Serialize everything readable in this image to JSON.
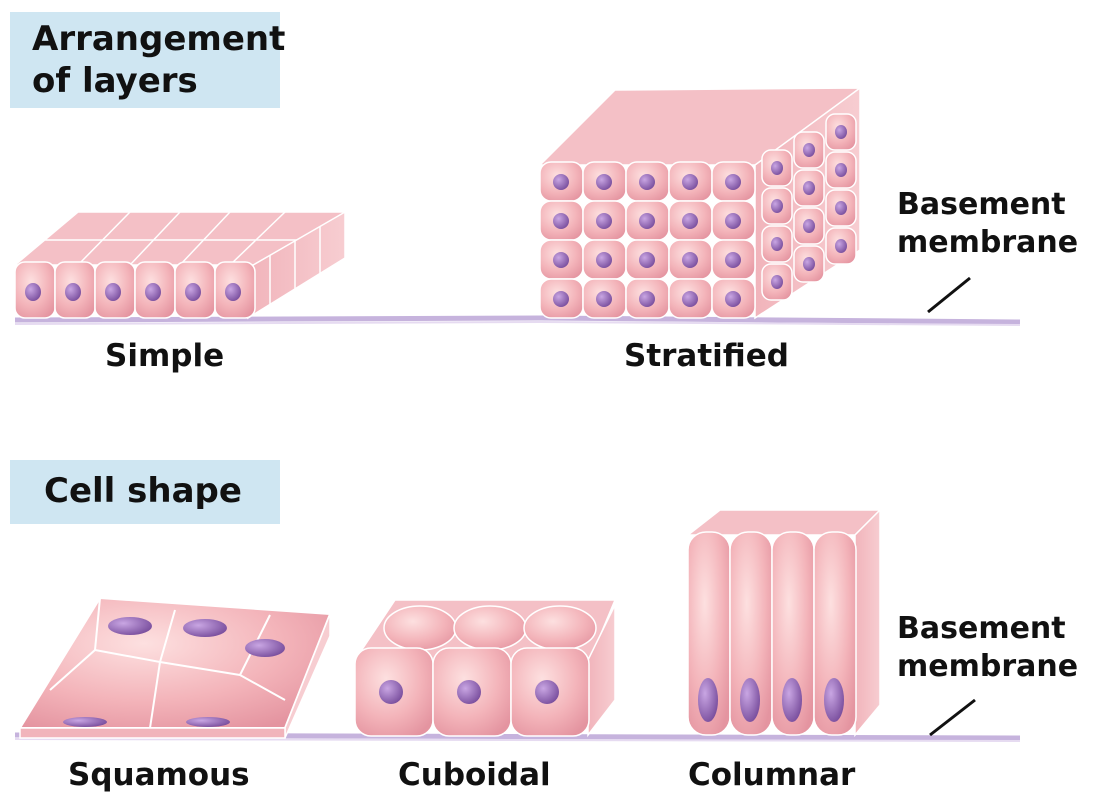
{
  "sections": {
    "layers": {
      "heading_line1": "Arrangement",
      "heading_line2": "of layers",
      "simple_label": "Simple",
      "stratified_label": "Stratified",
      "basement_line1": "Basement",
      "basement_line2": "membrane"
    },
    "shape": {
      "heading": "Cell shape",
      "squamous_label": "Squamous",
      "cuboidal_label": "Cuboidal",
      "columnar_label": "Columnar",
      "basement_line1": "Basement",
      "basement_line2": "membrane"
    }
  },
  "colors": {
    "header_bg": "#cfe6f2",
    "cell_fill": "#f2b3b8",
    "cell_highlight": "#fbd9da",
    "cell_outline": "#ffffff",
    "nucleus": "#8a5aa8",
    "membrane": "#c9b6e0"
  }
}
